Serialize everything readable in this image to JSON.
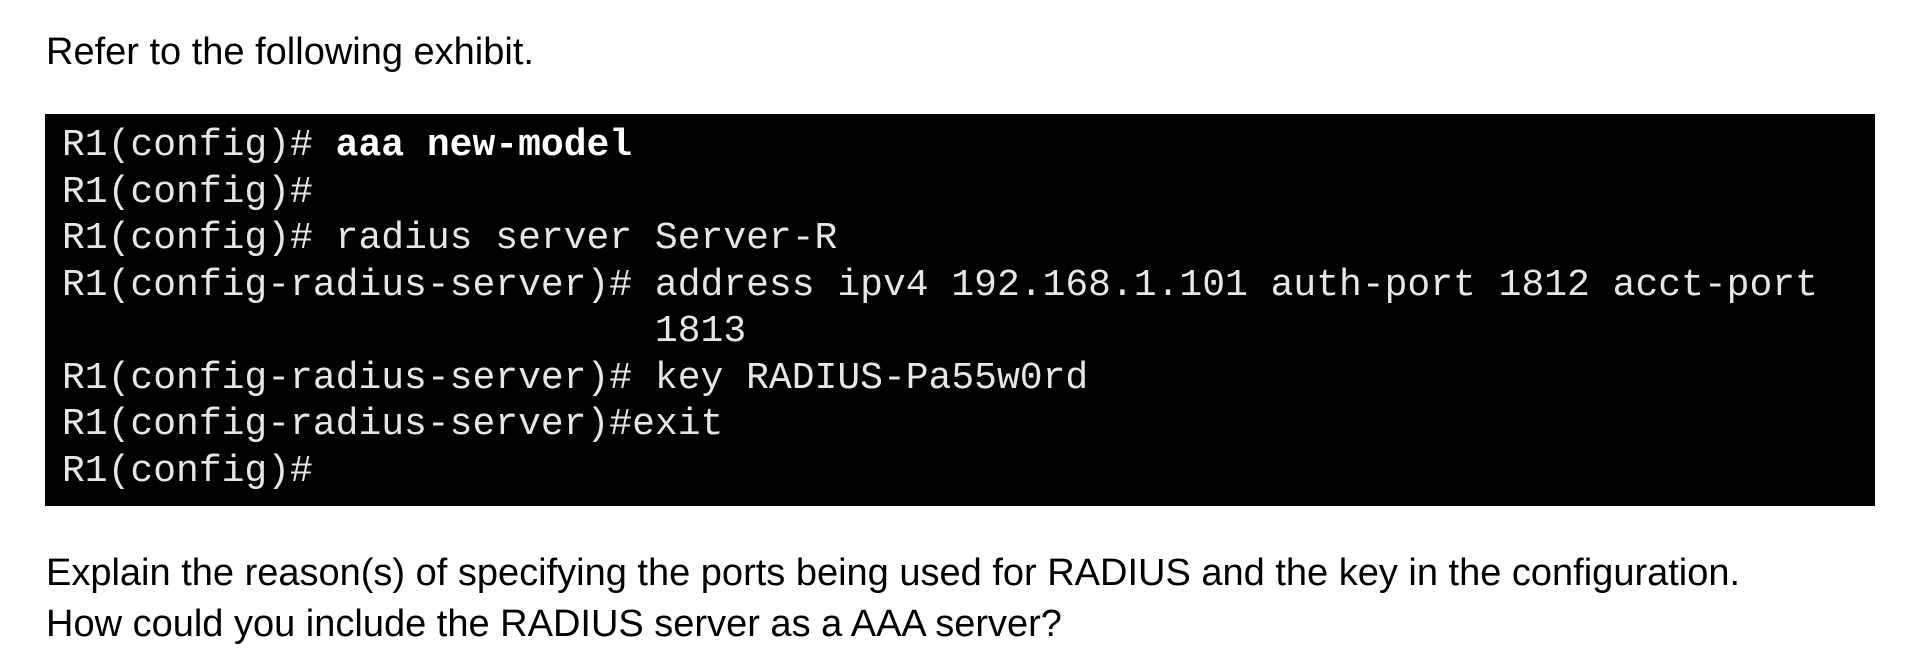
{
  "intro_text": "Refer to the following exhibit.",
  "terminal": {
    "lines": [
      {
        "prompt": "R1(config)# ",
        "command": "aaa new-model",
        "bold": true
      },
      {
        "prompt": "R1(config)#",
        "command": "",
        "bold": false
      },
      {
        "prompt": "R1(config)# ",
        "command": "radius server Server-R",
        "bold": false
      },
      {
        "prompt": "R1(config-radius-server)# ",
        "command": "address ipv4 192.168.1.101 auth-port 1812 acct-port",
        "bold": false
      },
      {
        "prompt": "",
        "command": "1813",
        "bold": false,
        "continuation": true
      },
      {
        "prompt": "R1(config-radius-server)# ",
        "command": "key RADIUS-Pa55w0rd",
        "bold": false
      },
      {
        "prompt": "R1(config-radius-server)#",
        "command": "exit",
        "bold": false
      },
      {
        "prompt": "R1(config)#",
        "command": "",
        "bold": false
      }
    ]
  },
  "question": {
    "line1": "Explain the reason(s) of specifying the ports being used for RADIUS and the key in the configuration.",
    "line2": "How could you include the RADIUS server as a AAA server?"
  },
  "colors": {
    "terminal_background": "#000000",
    "terminal_text": "#e6e6e6",
    "page_background": "#ffffff",
    "body_text": "#000000"
  }
}
